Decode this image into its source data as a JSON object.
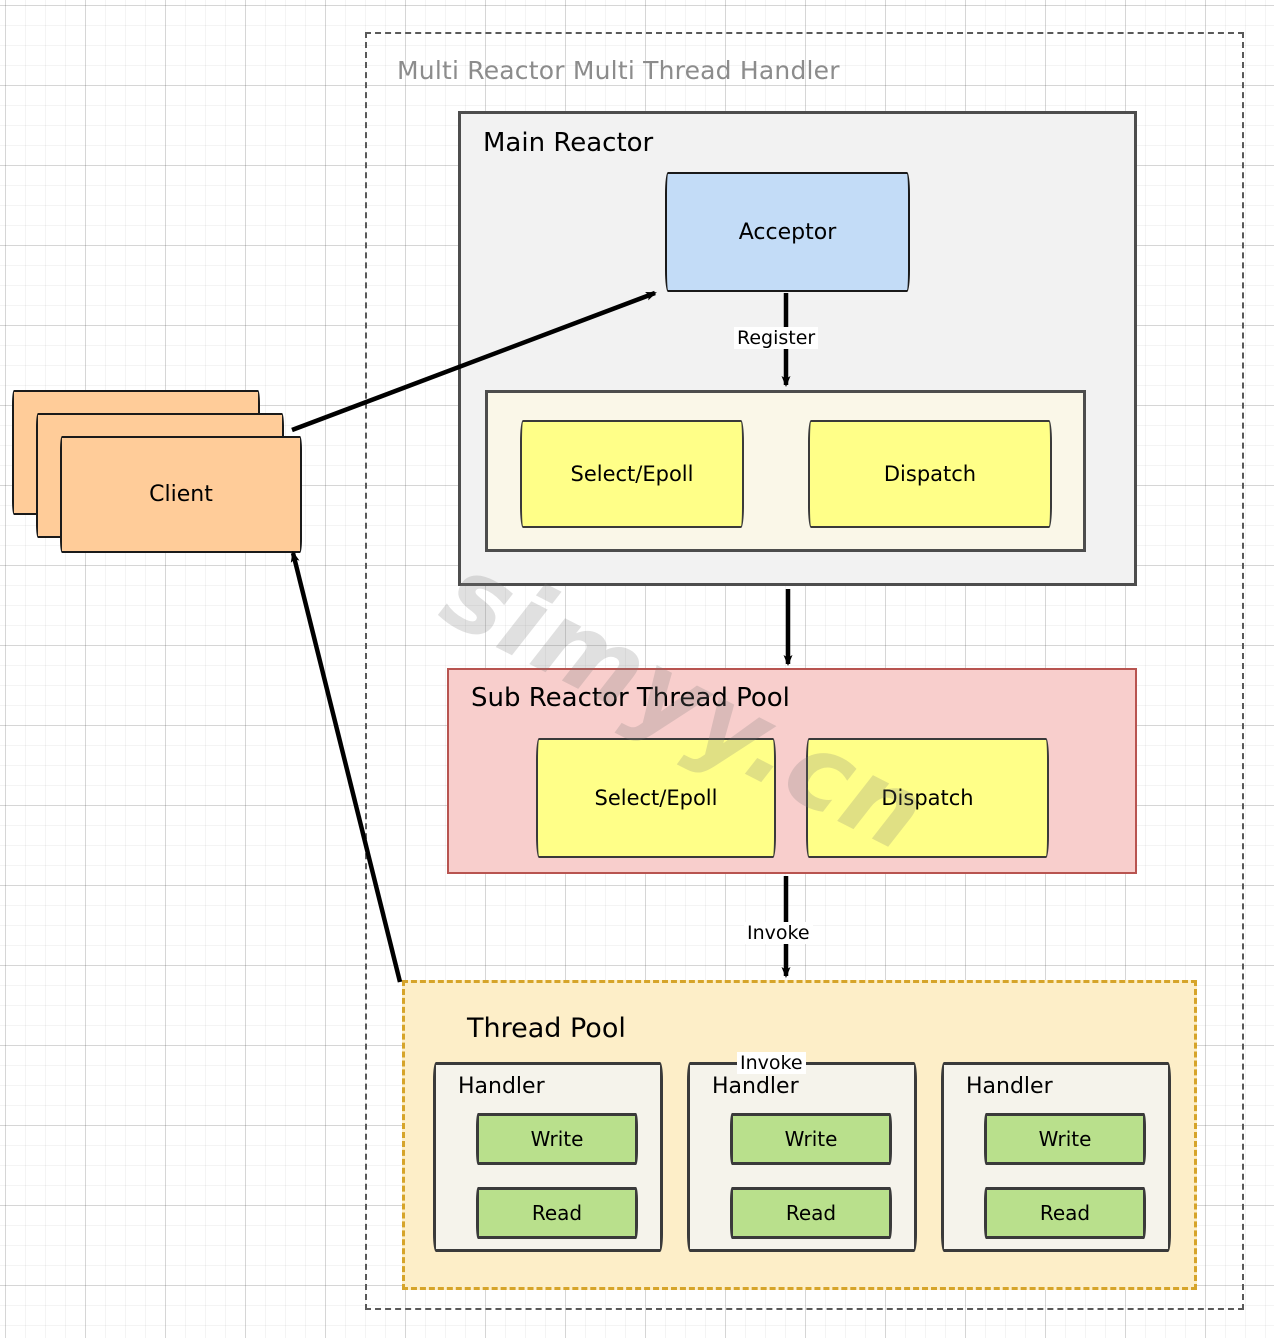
{
  "diagram": {
    "outer": {
      "title": "Multi Reactor Multi Thread Handler"
    },
    "watermark": "simyy.cn",
    "client": {
      "label": "Client"
    },
    "main_reactor": {
      "title": "Main Reactor",
      "acceptor": "Acceptor",
      "select": "Select/Epoll",
      "dispatch": "Dispatch"
    },
    "sub_reactor": {
      "title": "Sub Reactor Thread Pool",
      "select": "Select/Epoll",
      "dispatch": "Dispatch"
    },
    "thread_pool": {
      "title": "Thread Pool",
      "handlers": [
        {
          "title": "Handler",
          "write": "Write",
          "read": "Read"
        },
        {
          "title": "Handler",
          "write": "Write",
          "read": "Read"
        },
        {
          "title": "Handler",
          "write": "Write",
          "read": "Read"
        }
      ]
    },
    "edges": {
      "register": "Register",
      "invoke_sub_to_pool": "Invoke",
      "invoke_overlap": "Invoke"
    },
    "colors": {
      "client_fill": "#ffcc99",
      "acceptor_fill": "#c3dcf7",
      "yellow_fill": "#ffff88",
      "green_fill": "#b9e08c",
      "sub_reactor_fill": "#f8cecc",
      "sub_reactor_border": "#b85450",
      "thread_pool_fill": "#fdeec8",
      "thread_pool_border": "#d6a42a",
      "main_reactor_fill": "#f2f2f2",
      "reactor_inner_fill": "#faf7e8",
      "handler_fill": "#f5f3eb",
      "outer_border": "#595959",
      "outer_title_color": "#8c8c8c"
    }
  }
}
